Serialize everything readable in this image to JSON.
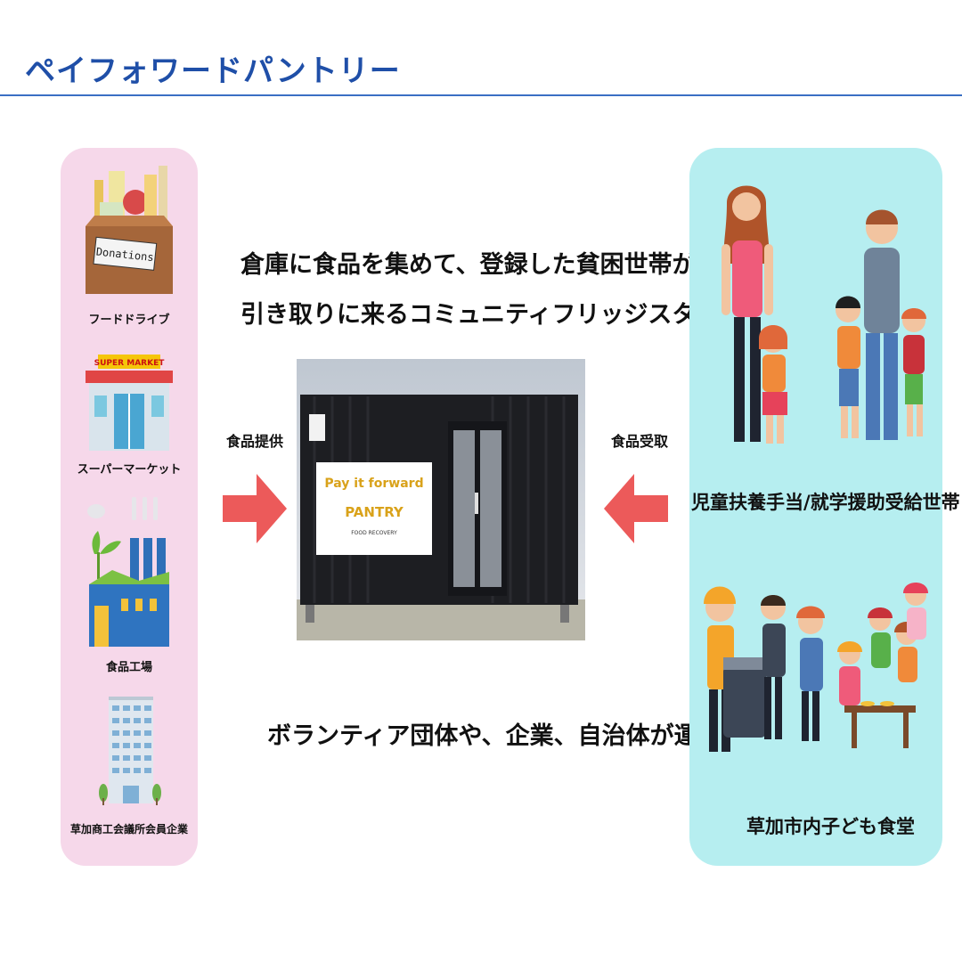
{
  "header": {
    "title": "ペイフォワードパントリー"
  },
  "suppliers": [
    {
      "label": "フードドライブ",
      "icon": "donation-box-icon"
    },
    {
      "label": "スーパーマーケット",
      "icon": "supermarket-icon",
      "sign": "SUPER MARKET"
    },
    {
      "label": "食品工場",
      "icon": "factory-icon"
    },
    {
      "label": "草加商工会議所会員企業",
      "icon": "office-building-icon"
    }
  ],
  "donation_box_text": "Donations",
  "headline": {
    "line1": "倉庫に食品を集めて、登録した貧困世帯が",
    "line2": "引き取りに来るコミュニティフリッジスタイル"
  },
  "flow": {
    "supply_label": "食品提供",
    "receive_label": "食品受取"
  },
  "pantry_sign": {
    "line1": "Pay it forward",
    "line2": "PANTRY",
    "line3": "FOOD RECOVERY"
  },
  "operators_text": "ボランティア団体や、企業、自治体が運営",
  "recipients": [
    {
      "label": "児童扶養手当/就学援助受給世帯",
      "icon": "family-icon"
    },
    {
      "label": "草加市内子ども食堂",
      "icon": "children-cafeteria-icon"
    }
  ],
  "colors": {
    "title": "#1f4fa8",
    "left_panel": "#f6d8ea",
    "right_panel": "#b6eef0",
    "arrow": "#ec5a5a",
    "sign_text": "#d9a21a"
  }
}
